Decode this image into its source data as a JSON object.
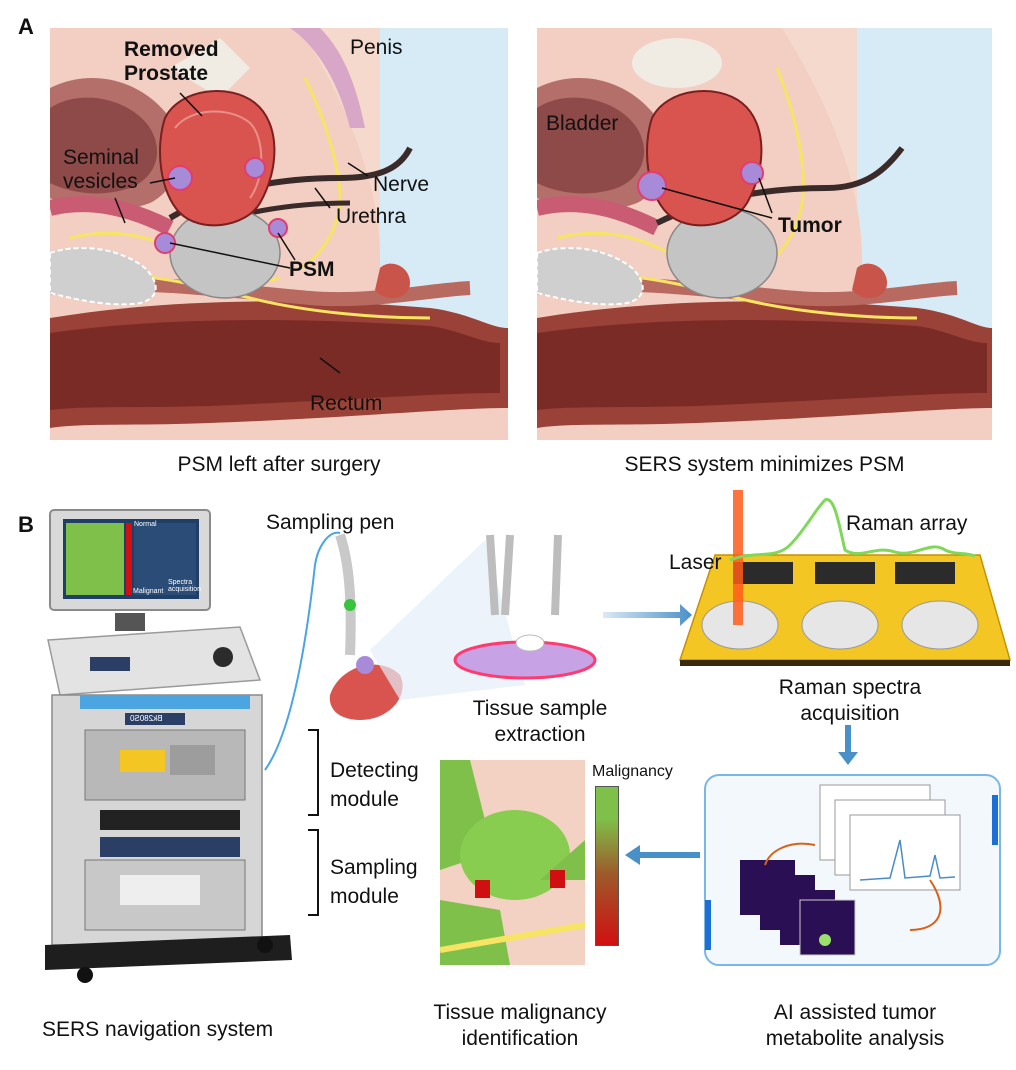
{
  "panel_a": {
    "letter": "A",
    "left_labels": {
      "removed_prostate": "Removed\nProstate",
      "penis": "Penis",
      "seminal_vesicles": "Seminal\nvesicles",
      "nerve": "Nerve",
      "urethra": "Urethra",
      "psm": "PSM",
      "rectum": "Rectum"
    },
    "right_labels": {
      "bladder": "Bladder",
      "tumor": "Tumor"
    },
    "left_caption": "PSM left after surgery",
    "right_caption": "SERS system minimizes PSM"
  },
  "panel_b": {
    "letter": "B",
    "sampling_pen": "Sampling pen",
    "laser": "Laser",
    "raman_array": "Raman array",
    "tissue_sample_extraction": "Tissue sample\nextraction",
    "raman_spectra_acquisition": "Raman spectra\nacquisition",
    "detecting_module": "Detecting\nmodule",
    "sampling_module": "Sampling\nmodule",
    "malignancy": "Malignancy",
    "sers_navigation_system": "SERS navigation system",
    "tissue_malignancy_identification": "Tissue malignancy\nidentification",
    "ai_analysis": "AI assisted tumor\nmetabolite analysis",
    "screen_normal": "Normal",
    "screen_malignant": "Malignant",
    "screen_spectra": "Spectra\nacquisition",
    "device_brand": "Bk280S0"
  },
  "colors": {
    "tissue_pink": "#f3d3c8",
    "prostate_red": "#d9534f",
    "tumor_purple": "#a78bd8",
    "nerve_yellow": "#f7e463",
    "rectum_brown": "#8a3a30",
    "arrow_blue": "#4a90c8",
    "normal_green": "#7fc04a",
    "malignant_red": "#d01010",
    "array_gold": "#f3c623"
  }
}
